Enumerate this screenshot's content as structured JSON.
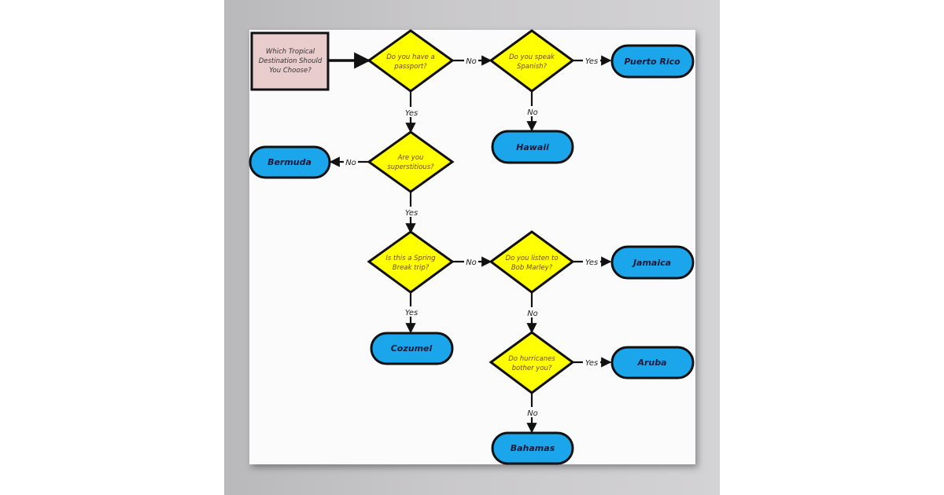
{
  "diagram": {
    "start": {
      "lines": [
        "Which Tropical",
        "Destination Should",
        "You Choose?"
      ]
    },
    "questions": {
      "passport": [
        "Do you have a",
        "passport?"
      ],
      "spanish": [
        "Do you speak",
        "Spanish?"
      ],
      "superstitious": [
        "Are you",
        "superstitious?"
      ],
      "spring_break": [
        "Is this a Spring",
        "Break trip?"
      ],
      "marley": [
        "Do you listen to",
        "Bob Marley?"
      ],
      "hurricanes": [
        "Do hurricanes",
        "bother you?"
      ]
    },
    "destinations": {
      "puerto_rico": "Puerto Rico",
      "hawaii": "Hawaii",
      "bermuda": "Bermuda",
      "jamaica": "Jamaica",
      "cozumel": "Cozumel",
      "aruba": "Aruba",
      "bahamas": "Bahamas"
    },
    "answers": {
      "yes": "Yes",
      "no": "No"
    }
  },
  "colors": {
    "start_fill": "#e9cdcd",
    "decision_fill": "#ffff00",
    "terminal_fill": "#1ba6ec",
    "stroke": "#111111",
    "question_text": "#7a4a00",
    "destination_text": "#1a1a3a"
  }
}
